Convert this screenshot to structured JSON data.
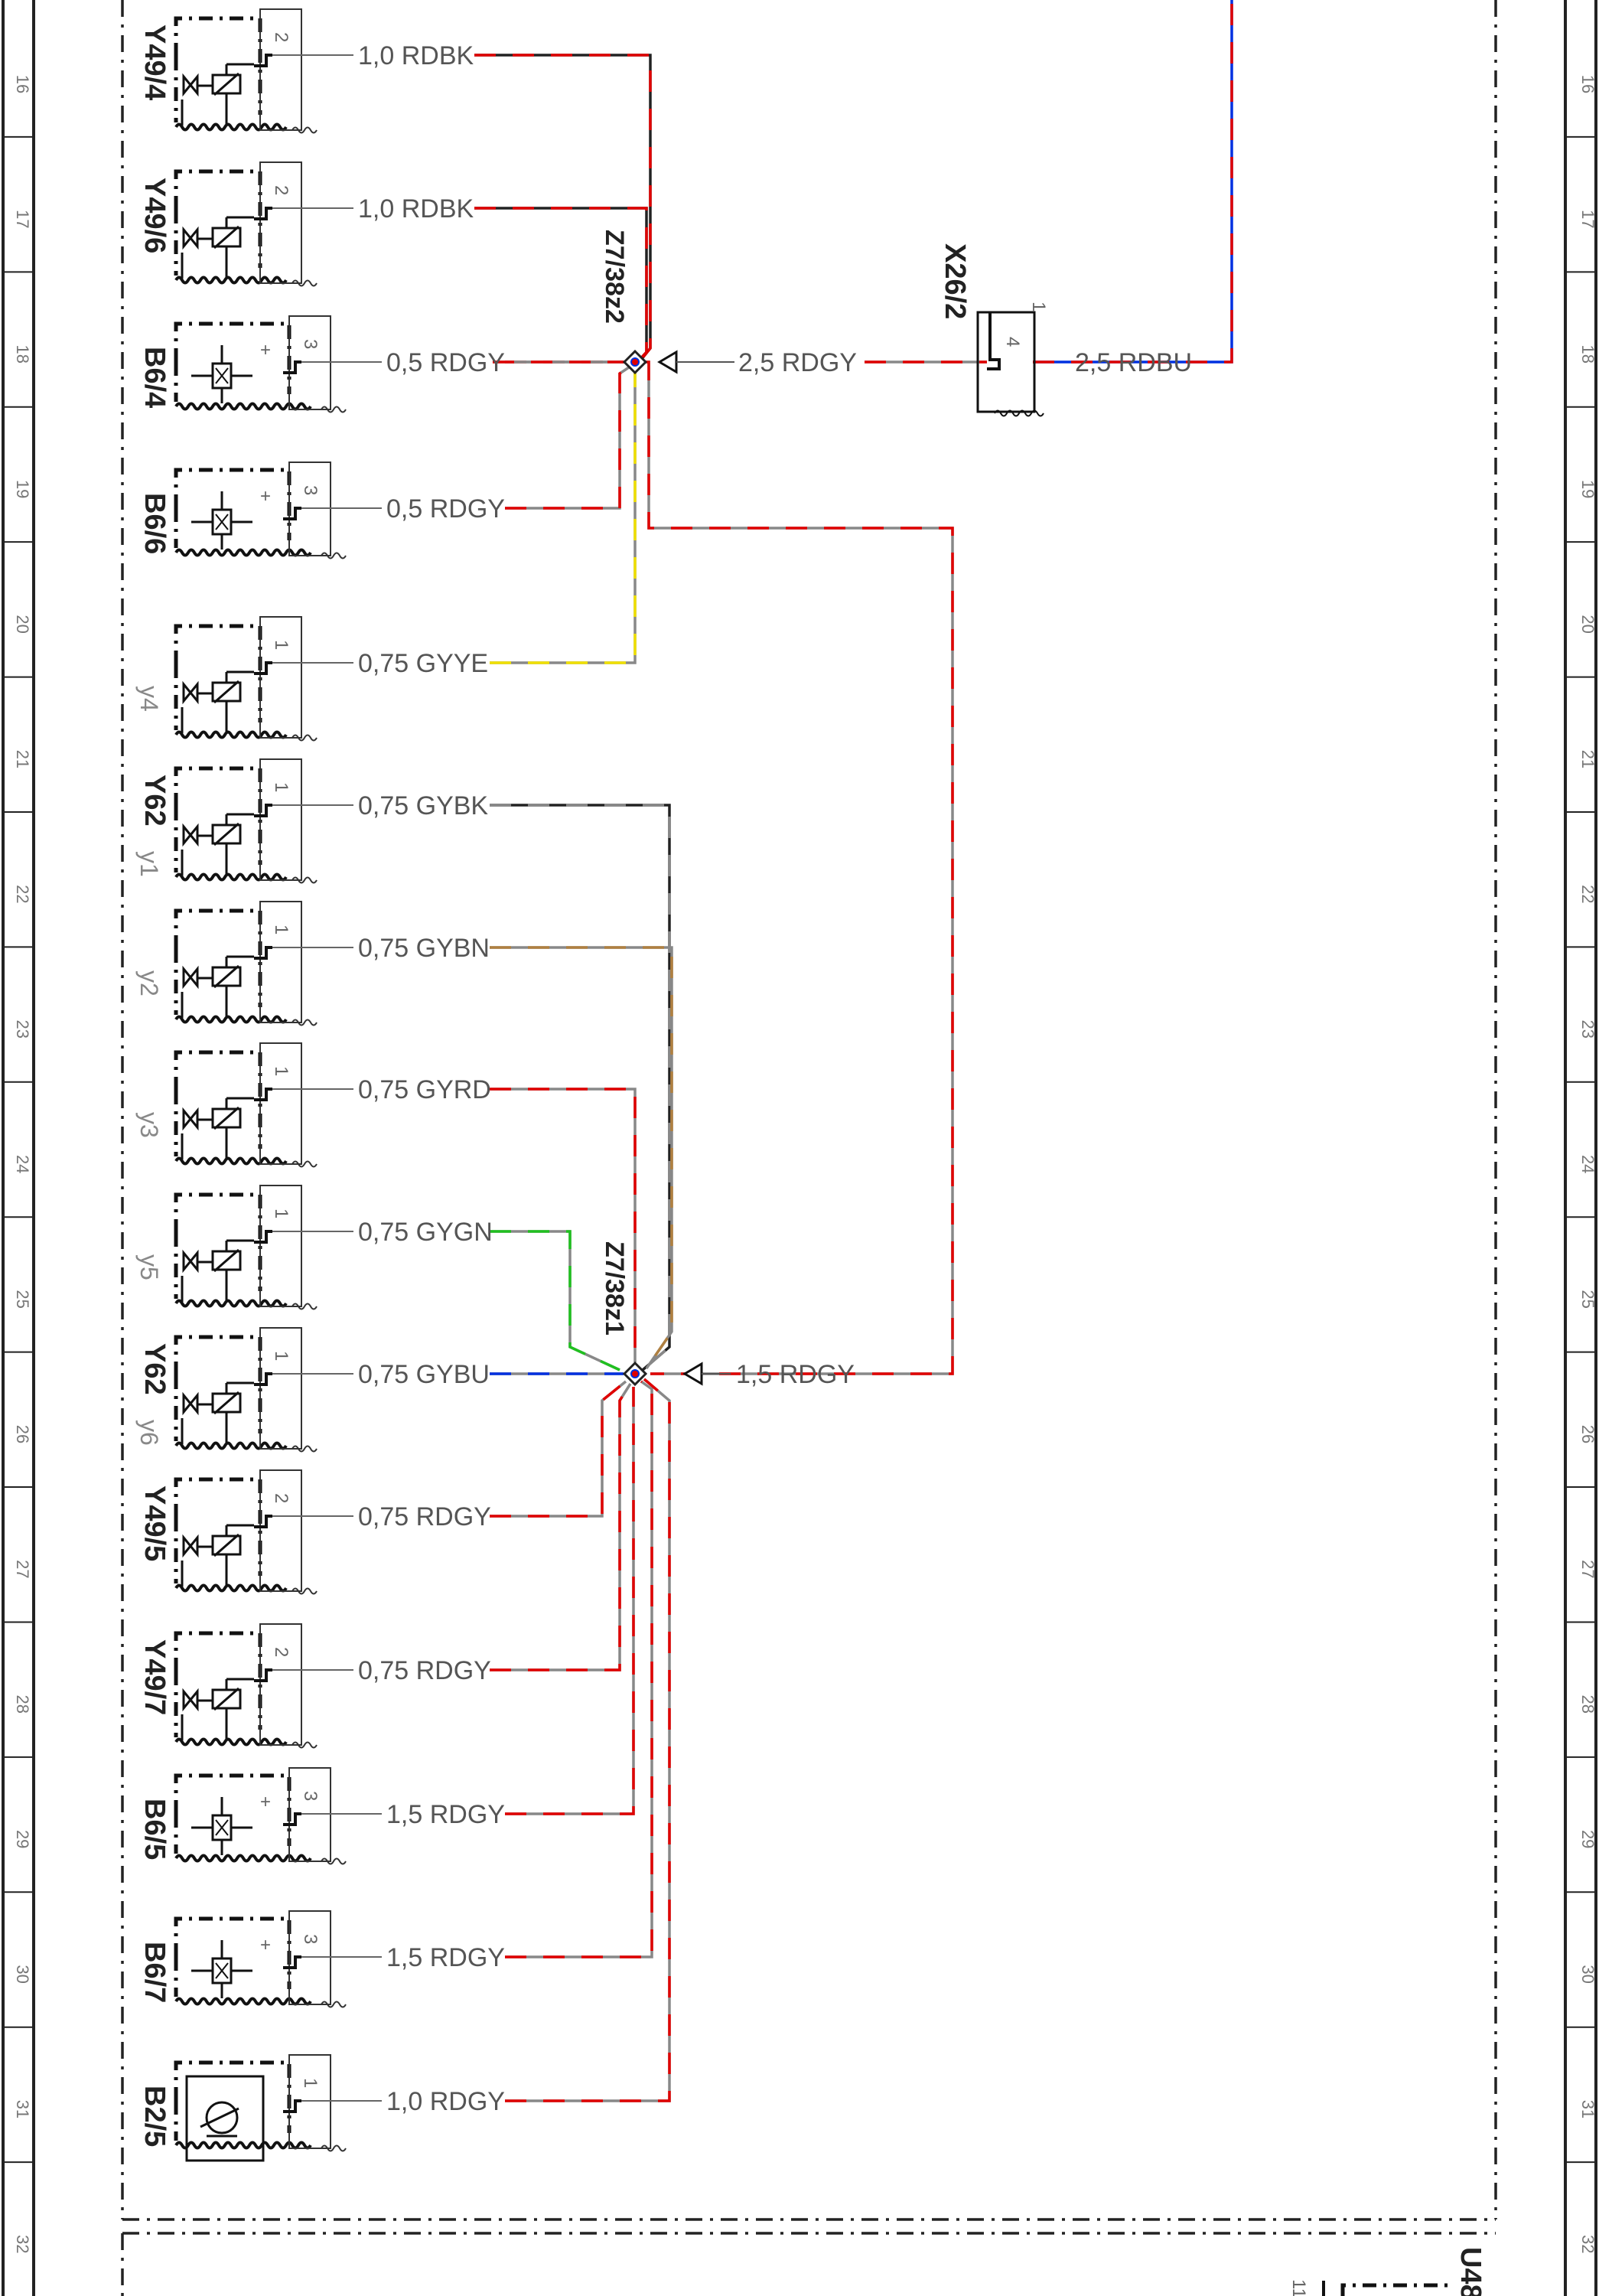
{
  "row_numbers": [
    "16",
    "17",
    "18",
    "19",
    "20",
    "21",
    "22",
    "23",
    "24",
    "25",
    "26",
    "27",
    "28",
    "29",
    "30",
    "31",
    "32"
  ],
  "components": [
    {
      "name": "Y49/4",
      "sub": "",
      "pin": "2",
      "wire": "1,0 RDBK",
      "type": "valve",
      "colors": [
        "#e00000",
        "#222222"
      ]
    },
    {
      "name": "Y49/6",
      "sub": "",
      "pin": "2",
      "wire": "1,0 RDBK",
      "type": "valve",
      "colors": [
        "#e00000",
        "#222222"
      ]
    },
    {
      "name": "B6/4",
      "sub": "",
      "pin": "3",
      "wire": "0,5 RDGY",
      "type": "sensor",
      "colors": [
        "#e00000",
        "#888888"
      ]
    },
    {
      "name": "B6/6",
      "sub": "",
      "pin": "3",
      "wire": "0,5 RDGY",
      "type": "sensor",
      "colors": [
        "#e00000",
        "#888888"
      ]
    },
    {
      "name": "",
      "sub": "y4",
      "pin": "1",
      "wire": "0,75 GYYE",
      "type": "valve",
      "colors": [
        "#f0e000",
        "#888888"
      ]
    },
    {
      "name": "Y62",
      "sub": "y1",
      "pin": "1",
      "wire": "0,75 GYBK",
      "type": "valve",
      "colors": [
        "#888888",
        "#222222"
      ]
    },
    {
      "name": "",
      "sub": "y2",
      "pin": "1",
      "wire": "0,75 GYBN",
      "type": "valve",
      "colors": [
        "#b08040",
        "#888888"
      ]
    },
    {
      "name": "",
      "sub": "y3",
      "pin": "1",
      "wire": "0,75 GYRD",
      "type": "valve",
      "colors": [
        "#e00000",
        "#888888"
      ]
    },
    {
      "name": "",
      "sub": "y5",
      "pin": "1",
      "wire": "0,75 GYGN",
      "type": "valve",
      "colors": [
        "#20c020",
        "#888888"
      ]
    },
    {
      "name": "Y62",
      "sub": "y6",
      "pin": "1",
      "wire": "0,75 GYBU",
      "type": "valve",
      "colors": [
        "#0030e0",
        "#888888"
      ]
    },
    {
      "name": "Y49/5",
      "sub": "",
      "pin": "2",
      "wire": "0,75 RDGY",
      "type": "valve",
      "colors": [
        "#e00000",
        "#888888"
      ]
    },
    {
      "name": "Y49/7",
      "sub": "",
      "pin": "2",
      "wire": "0,75 RDGY",
      "type": "valve",
      "colors": [
        "#e00000",
        "#888888"
      ]
    },
    {
      "name": "B6/5",
      "sub": "",
      "pin": "3",
      "wire": "1,5 RDGY",
      "type": "sensor",
      "colors": [
        "#e00000",
        "#888888"
      ]
    },
    {
      "name": "B6/7",
      "sub": "",
      "pin": "3",
      "wire": "1,5 RDGY",
      "type": "sensor",
      "colors": [
        "#e00000",
        "#888888"
      ]
    },
    {
      "name": "B2/5",
      "sub": "",
      "pin": "1",
      "wire": "1,0 RDGY",
      "type": "pump",
      "colors": [
        "#e00000",
        "#888888"
      ]
    }
  ],
  "splice_top": {
    "label": "Z7/38z2",
    "feed_wire": "2,5 RDGY"
  },
  "splice_bottom": {
    "label": "Z7/38z1",
    "feed_wire": "1,5 RDGY"
  },
  "connector": {
    "name": "X26/2",
    "pin_top": "1",
    "pin": "4",
    "wire": "2,5 RDBU"
  },
  "bottom_component": {
    "name": "U48",
    "pin": "11"
  },
  "colors": {
    "RD": "#e00000",
    "GY": "#888888",
    "BK": "#222222",
    "BU": "#0030e0",
    "YE": "#f0e000",
    "GN": "#20c020",
    "BN": "#b08040"
  }
}
